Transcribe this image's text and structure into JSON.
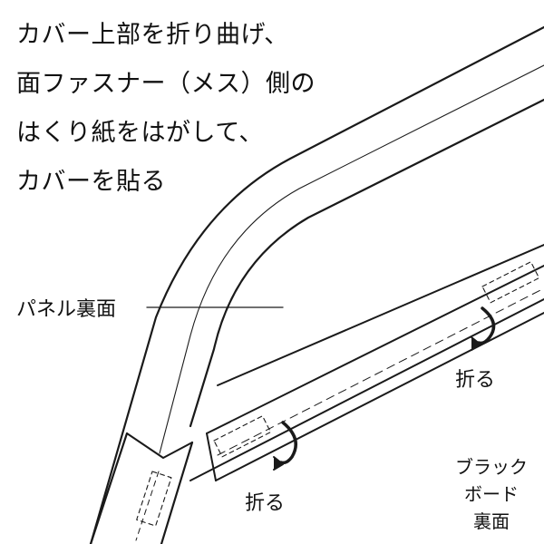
{
  "instruction": {
    "lines": [
      "カバー上部を折り曲げ、",
      "面ファスナー（メス）側の",
      "はくり紙をはがして、",
      "カバーを貼る"
    ]
  },
  "labels": {
    "panel_back": "パネル裏面",
    "fold_right": "折る",
    "fold_left": "折る",
    "black_board_back": [
      "ブラック",
      "ボード",
      "裏面"
    ]
  },
  "icons": {
    "fold_arrow_right": "curved-fold-arrow-icon",
    "fold_arrow_left": "curved-fold-arrow-icon"
  }
}
